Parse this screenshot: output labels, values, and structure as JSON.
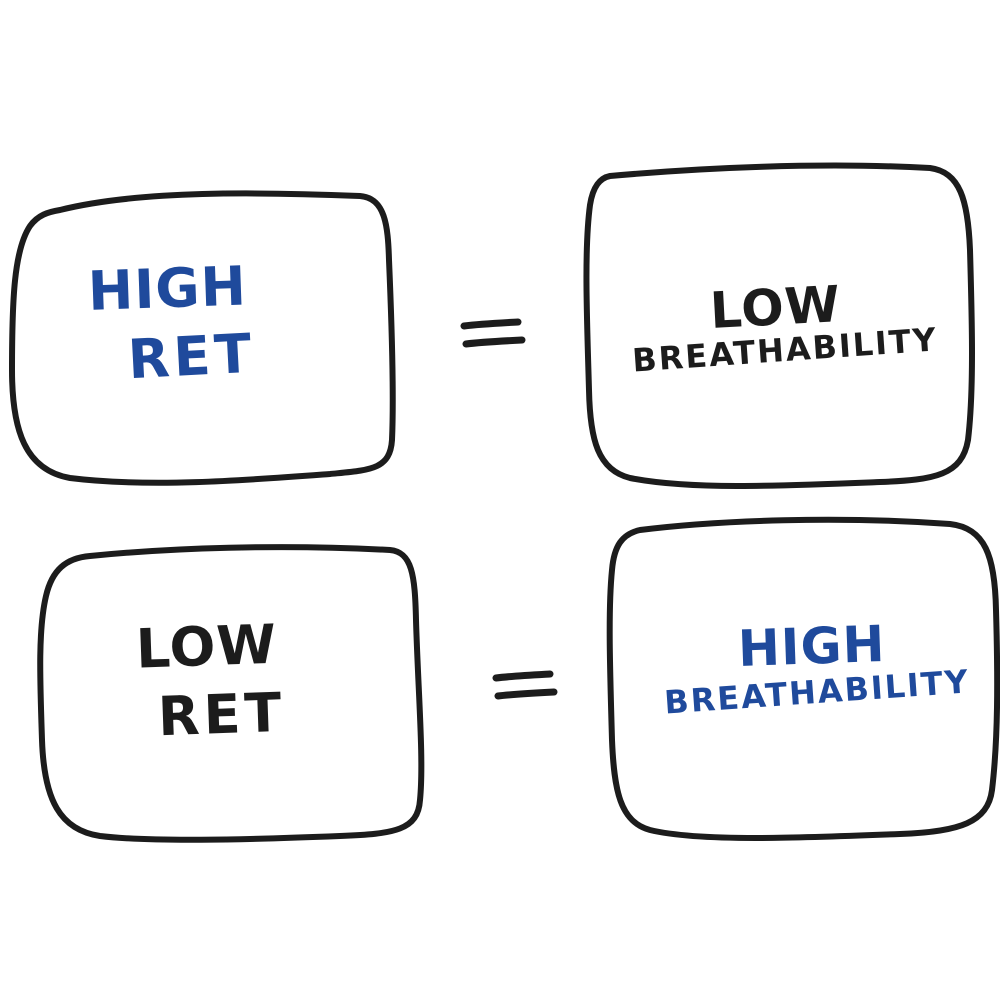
{
  "colors": {
    "ink": "#1c1c1c",
    "blue": "#1f4a9c"
  },
  "rows": [
    {
      "left": {
        "line1": "High",
        "line2": "RET",
        "color": "blue"
      },
      "right": {
        "line1": "Low",
        "line2": "Breathability",
        "color": "black"
      }
    },
    {
      "left": {
        "line1": "Low",
        "line2": "RET",
        "color": "black"
      },
      "right": {
        "line1": "High",
        "line2": "Breathability",
        "color": "blue"
      }
    }
  ]
}
